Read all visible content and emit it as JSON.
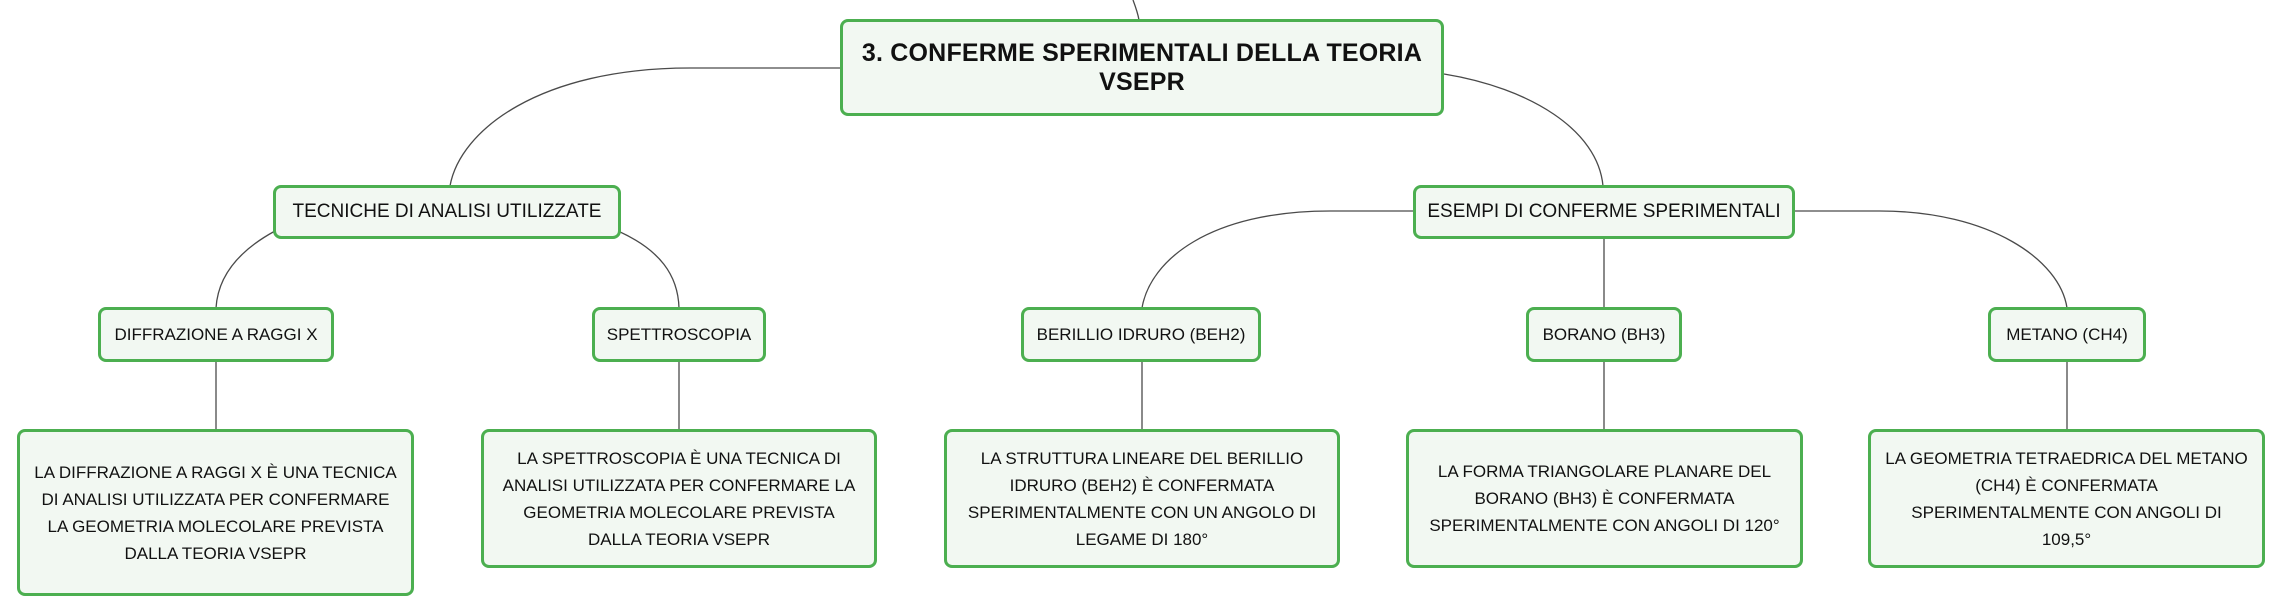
{
  "map": {
    "root": "3. CONFERME SPERIMENTALI DELLA TEORIA VSEPR",
    "branches": [
      {
        "label": "TECNICHE DI ANALISI UTILIZZATE",
        "children": [
          {
            "label": "DIFFRAZIONE A RAGGI X",
            "detail": "LA DIFFRAZIONE A RAGGI X È UNA TECNICA DI ANALISI UTILIZZATA PER CONFERMARE LA GEOMETRIA MOLECOLARE PREVISTA DALLA TEORIA VSEPR"
          },
          {
            "label": "SPETTROSCOPIA",
            "detail": "LA SPETTROSCOPIA È UNA TECNICA DI ANALISI UTILIZZATA PER CONFERMARE LA GEOMETRIA MOLECOLARE PREVISTA DALLA TEORIA VSEPR"
          }
        ]
      },
      {
        "label": "ESEMPI DI CONFERME SPERIMENTALI",
        "children": [
          {
            "label": "BERILLIO IDRURO (BEH2)",
            "detail": "LA STRUTTURA LINEARE DEL BERILLIO IDRURO (BEH2) È CONFERMATA SPERIMENTALMENTE CON UN ANGOLO DI LEGAME DI 180°"
          },
          {
            "label": "BORANO (BH3)",
            "detail": "LA FORMA TRIANGOLARE PLANARE DEL BORANO (BH3) È CONFERMATA SPERIMENTALMENTE CON ANGOLI DI 120°"
          },
          {
            "label": "METANO (CH4)",
            "detail": "LA GEOMETRIA TETRAEDRICA DEL METANO (CH4) È CONFERMATA SPERIMENTALMENTE CON ANGOLI DI 109,5°"
          }
        ]
      }
    ]
  },
  "colors": {
    "node_border": "#4caf50",
    "node_fill": "#f2f8f2",
    "connector": "#4a4a4a"
  }
}
